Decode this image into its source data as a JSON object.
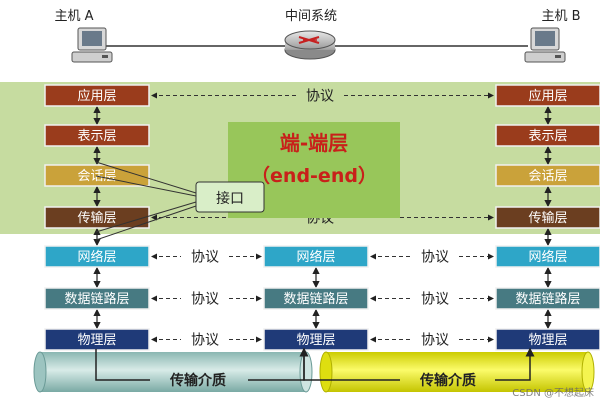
{
  "nodes": {
    "host_a": "主机 A",
    "router": "中间系统",
    "host_b": "主机 B"
  },
  "layers": {
    "application": "应用层",
    "presentation": "表示层",
    "session": "会话层",
    "transport": "传输层",
    "network": "网络层",
    "datalink": "数据链路层",
    "physical": "物理层"
  },
  "protocol_label": "协议",
  "end_to_end": {
    "title": "端-端层",
    "subtitle": "（end-end）"
  },
  "interface_label": "接口",
  "medium_label": "传输介质",
  "watermark": "CSDN @不想起床",
  "colors": {
    "upper_band": "#c6dca0",
    "upper_box_brown": "#9a3c1c",
    "transport_brown": "#6b3e20",
    "session_gold": "#caa23a",
    "network_cyan": "#2ea6c8",
    "datalink_teal": "#477a82",
    "physical_navy": "#1f3a78",
    "e2e_box": "#98c65a",
    "e2e_text": "#c8201a",
    "medium_left": "#b8d7d4",
    "medium_right": "#f0f010"
  }
}
